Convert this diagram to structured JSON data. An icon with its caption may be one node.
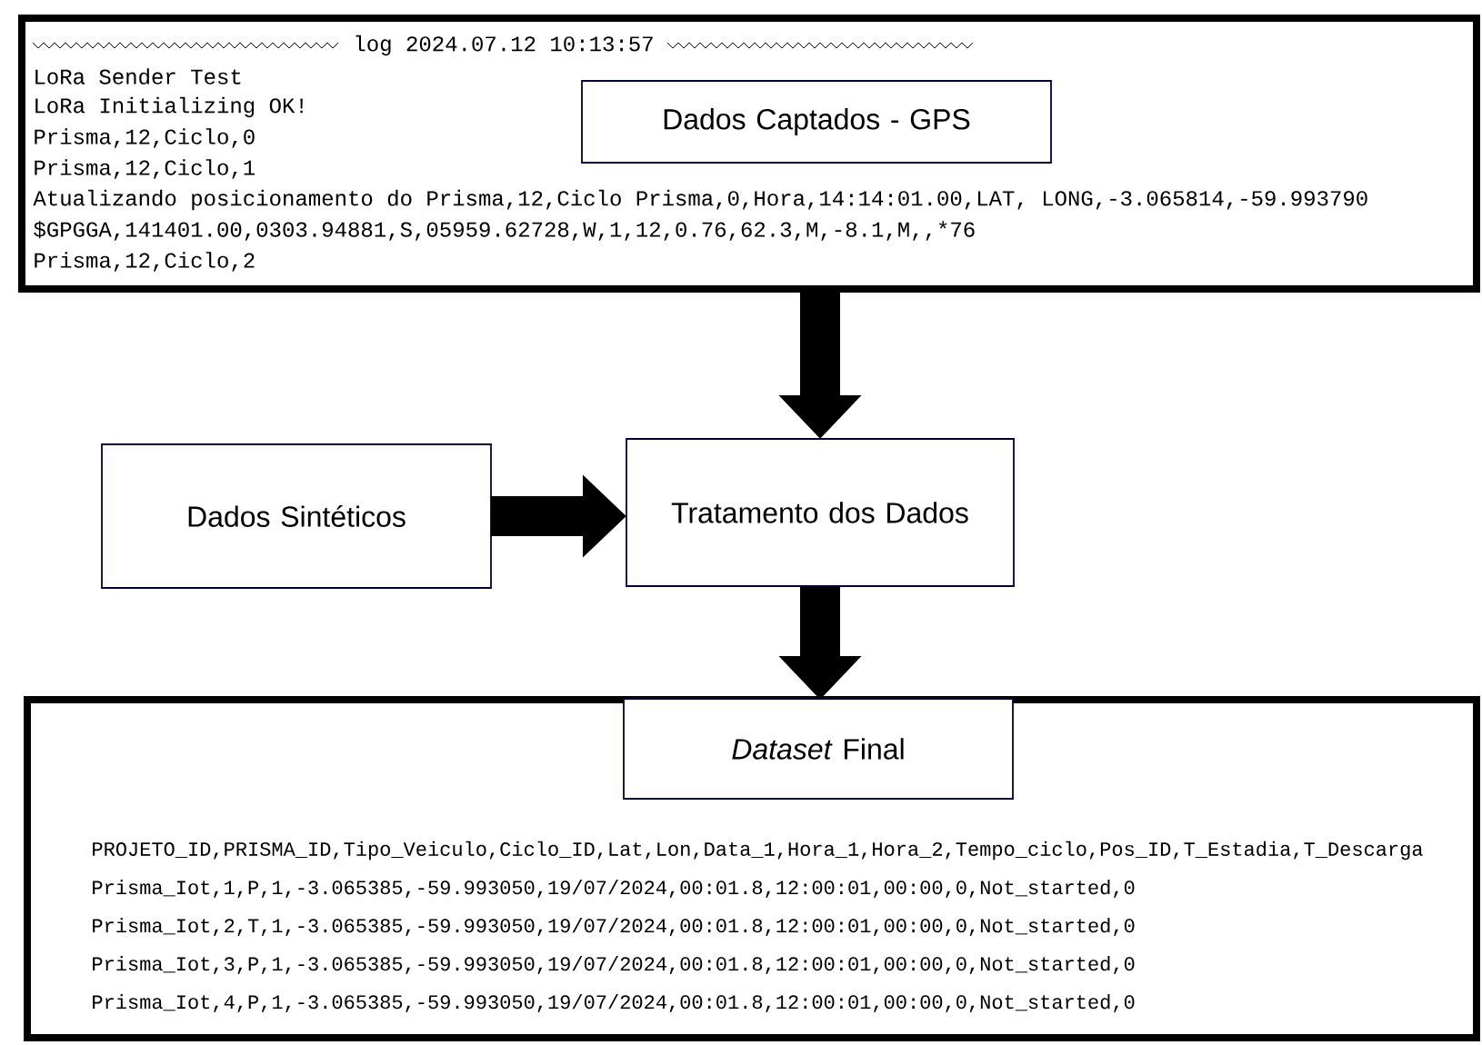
{
  "diagram": {
    "nodes": [
      {
        "text": [
          "log 2024.07.12 10:13:57",
          "LoRa Sender Test",
          "LoRa Initializing OK!",
          "Prisma,12,Ciclo,0",
          "Prisma,12,Ciclo,1",
          "Atualizando posicionamento do Prisma,12,Ciclo Prisma,0,Hora,14:14:01.00,LAT, LONG,-3.065814,-59.993790",
          "$GPGGA,141401.00,0303.94881,S,05959.62728,W,1,12,0.76,62.3,M,-8.1,M,,*76",
          "Prisma,12,Ciclo,2"
        ]
      },
      {
        "text": [
          "Dados Captados - GPS"
        ],
        "in": 0
      },
      {
        "text": [
          "Dados Sintéticos"
        ]
      },
      {
        "text": [
          "Tratamento dos Dados"
        ]
      },
      {
        "text": [
          "PROJETO_ID,PRISMA_ID,Tipo_Veiculo,Ciclo_ID,Lat,Lon,Data_1,Hora_1,Hora_2,Tempo_ciclo,Pos_ID,T_Estadia,T_Descarga",
          "Prisma_Iot,1,P,1,-3.065385,-59.993050,19/07/2024,00:01.8,12:00:01,00:00,0,Not_started,0",
          "Prisma_Iot,2,T,1,-3.065385,-59.993050,19/07/2024,00:01.8,12:00:01,00:00,0,Not_started,0",
          "Prisma_Iot,3,P,1,-3.065385,-59.993050,19/07/2024,00:01.8,12:00:01,00:00,0,Not_started,0",
          "Prisma_Iot,4,P,1,-3.065385,-59.993050,19/07/2024,00:01.8,12:00:01,00:00,0,Not_started,0"
        ]
      },
      {
        "text": [
          "*Dataset* Final"
        ],
        "in": 4
      }
    ],
    "edges": [
      {
        "from": 0,
        "to": 3,
        "arrow": "to"
      },
      {
        "from": 2,
        "to": 3,
        "arrow": "to"
      },
      {
        "from": 3,
        "to": 4,
        "arrow": "to"
      }
    ]
  }
}
